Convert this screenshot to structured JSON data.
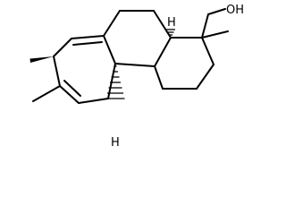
{
  "molecule": {
    "labels": {
      "hydroxyl": "OH",
      "h_top": "H",
      "h_bottom": "H"
    }
  }
}
